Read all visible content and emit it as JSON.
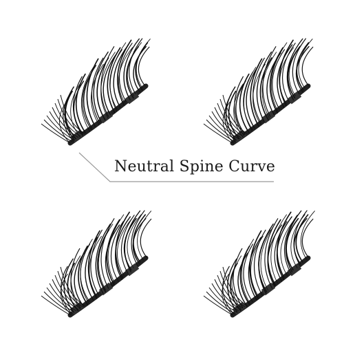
{
  "image": {
    "annotation": {
      "label": "Neutral Spine Curve"
    },
    "colors": {
      "background": "#ffffff",
      "lash": "#111111",
      "spine": "#222222",
      "callout_line": "#999999",
      "text": "#1a1a1a"
    },
    "items": [
      {
        "name": "magnetic-lash-strip"
      },
      {
        "name": "magnetic-lash-strip"
      },
      {
        "name": "magnetic-lash-strip"
      },
      {
        "name": "magnetic-lash-strip"
      }
    ]
  }
}
